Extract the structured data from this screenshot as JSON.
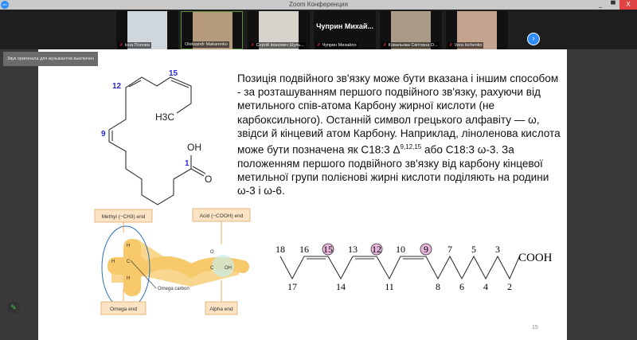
{
  "window": {
    "title": "Zoom Конференция",
    "minimize": "_",
    "maximize": "▀",
    "close": "X"
  },
  "participants": [
    {
      "name": "Інна Попова",
      "muted": true
    },
    {
      "name": "Oleksandr Makarenko",
      "muted": false,
      "active": true
    },
    {
      "name": "Сергій Іванович Шуль...",
      "muted": true
    },
    {
      "name": "Чуприн Михайло",
      "muted": true,
      "display": "Чуприн  Михай..."
    },
    {
      "name": "Ковальова Світлана О...",
      "muted": true
    },
    {
      "name": "Vera Ischenko",
      "muted": true
    }
  ],
  "next_button": "›",
  "tooltip": "Звук оригинала для музыкантов выключен",
  "slide": {
    "paragraph_before": "Позиція подвійного зв'язку може бути вказана і іншим способом - за розташуванням першого подвійного зв'язку, рахуючи від метильного спів-атома Карбону жирної кислоти (не карбоксильного). Останній символ грецького алфавіту — ω, звідси й кінцевий атом Карбону. Наприклад, ліноленова кислота може бути позначена як С18:3 Δ",
    "superscript": "9,12,15",
    "paragraph_after": " або С18:3 ω-3. За положенням першого подвійного зв'язку від карбону кінцевої метильної групи полієнові жирні кислоти поділяють на родини ω-3 і ω-6.",
    "structure_labels": {
      "c12": "12",
      "c15": "15",
      "c9": "9",
      "c1": "1",
      "oh": "OH",
      "h3c": "H3C"
    },
    "diagram_labels": {
      "methyl_end": "Methyl (−CH3) end",
      "acid_end": "Acid (−COOH) end",
      "omega_carbon": "Omega carbon",
      "omega_end": "Omega end",
      "alpha_end": "Alpha end",
      "h": "H",
      "c": "C",
      "o": "O",
      "oh": "OH"
    },
    "chain_top": [
      "18",
      "16",
      "15",
      "13",
      "12",
      "10",
      "9",
      "7",
      "5",
      "3"
    ],
    "chain_bottom": [
      "17",
      "14",
      "11",
      "8",
      "6",
      "4",
      "2"
    ],
    "cooh": "COOH",
    "page_number": "15"
  },
  "colors": {
    "accent": "#2d8cff",
    "highlight": "#e8b6dc",
    "number_blue": "#2a2ad0"
  }
}
